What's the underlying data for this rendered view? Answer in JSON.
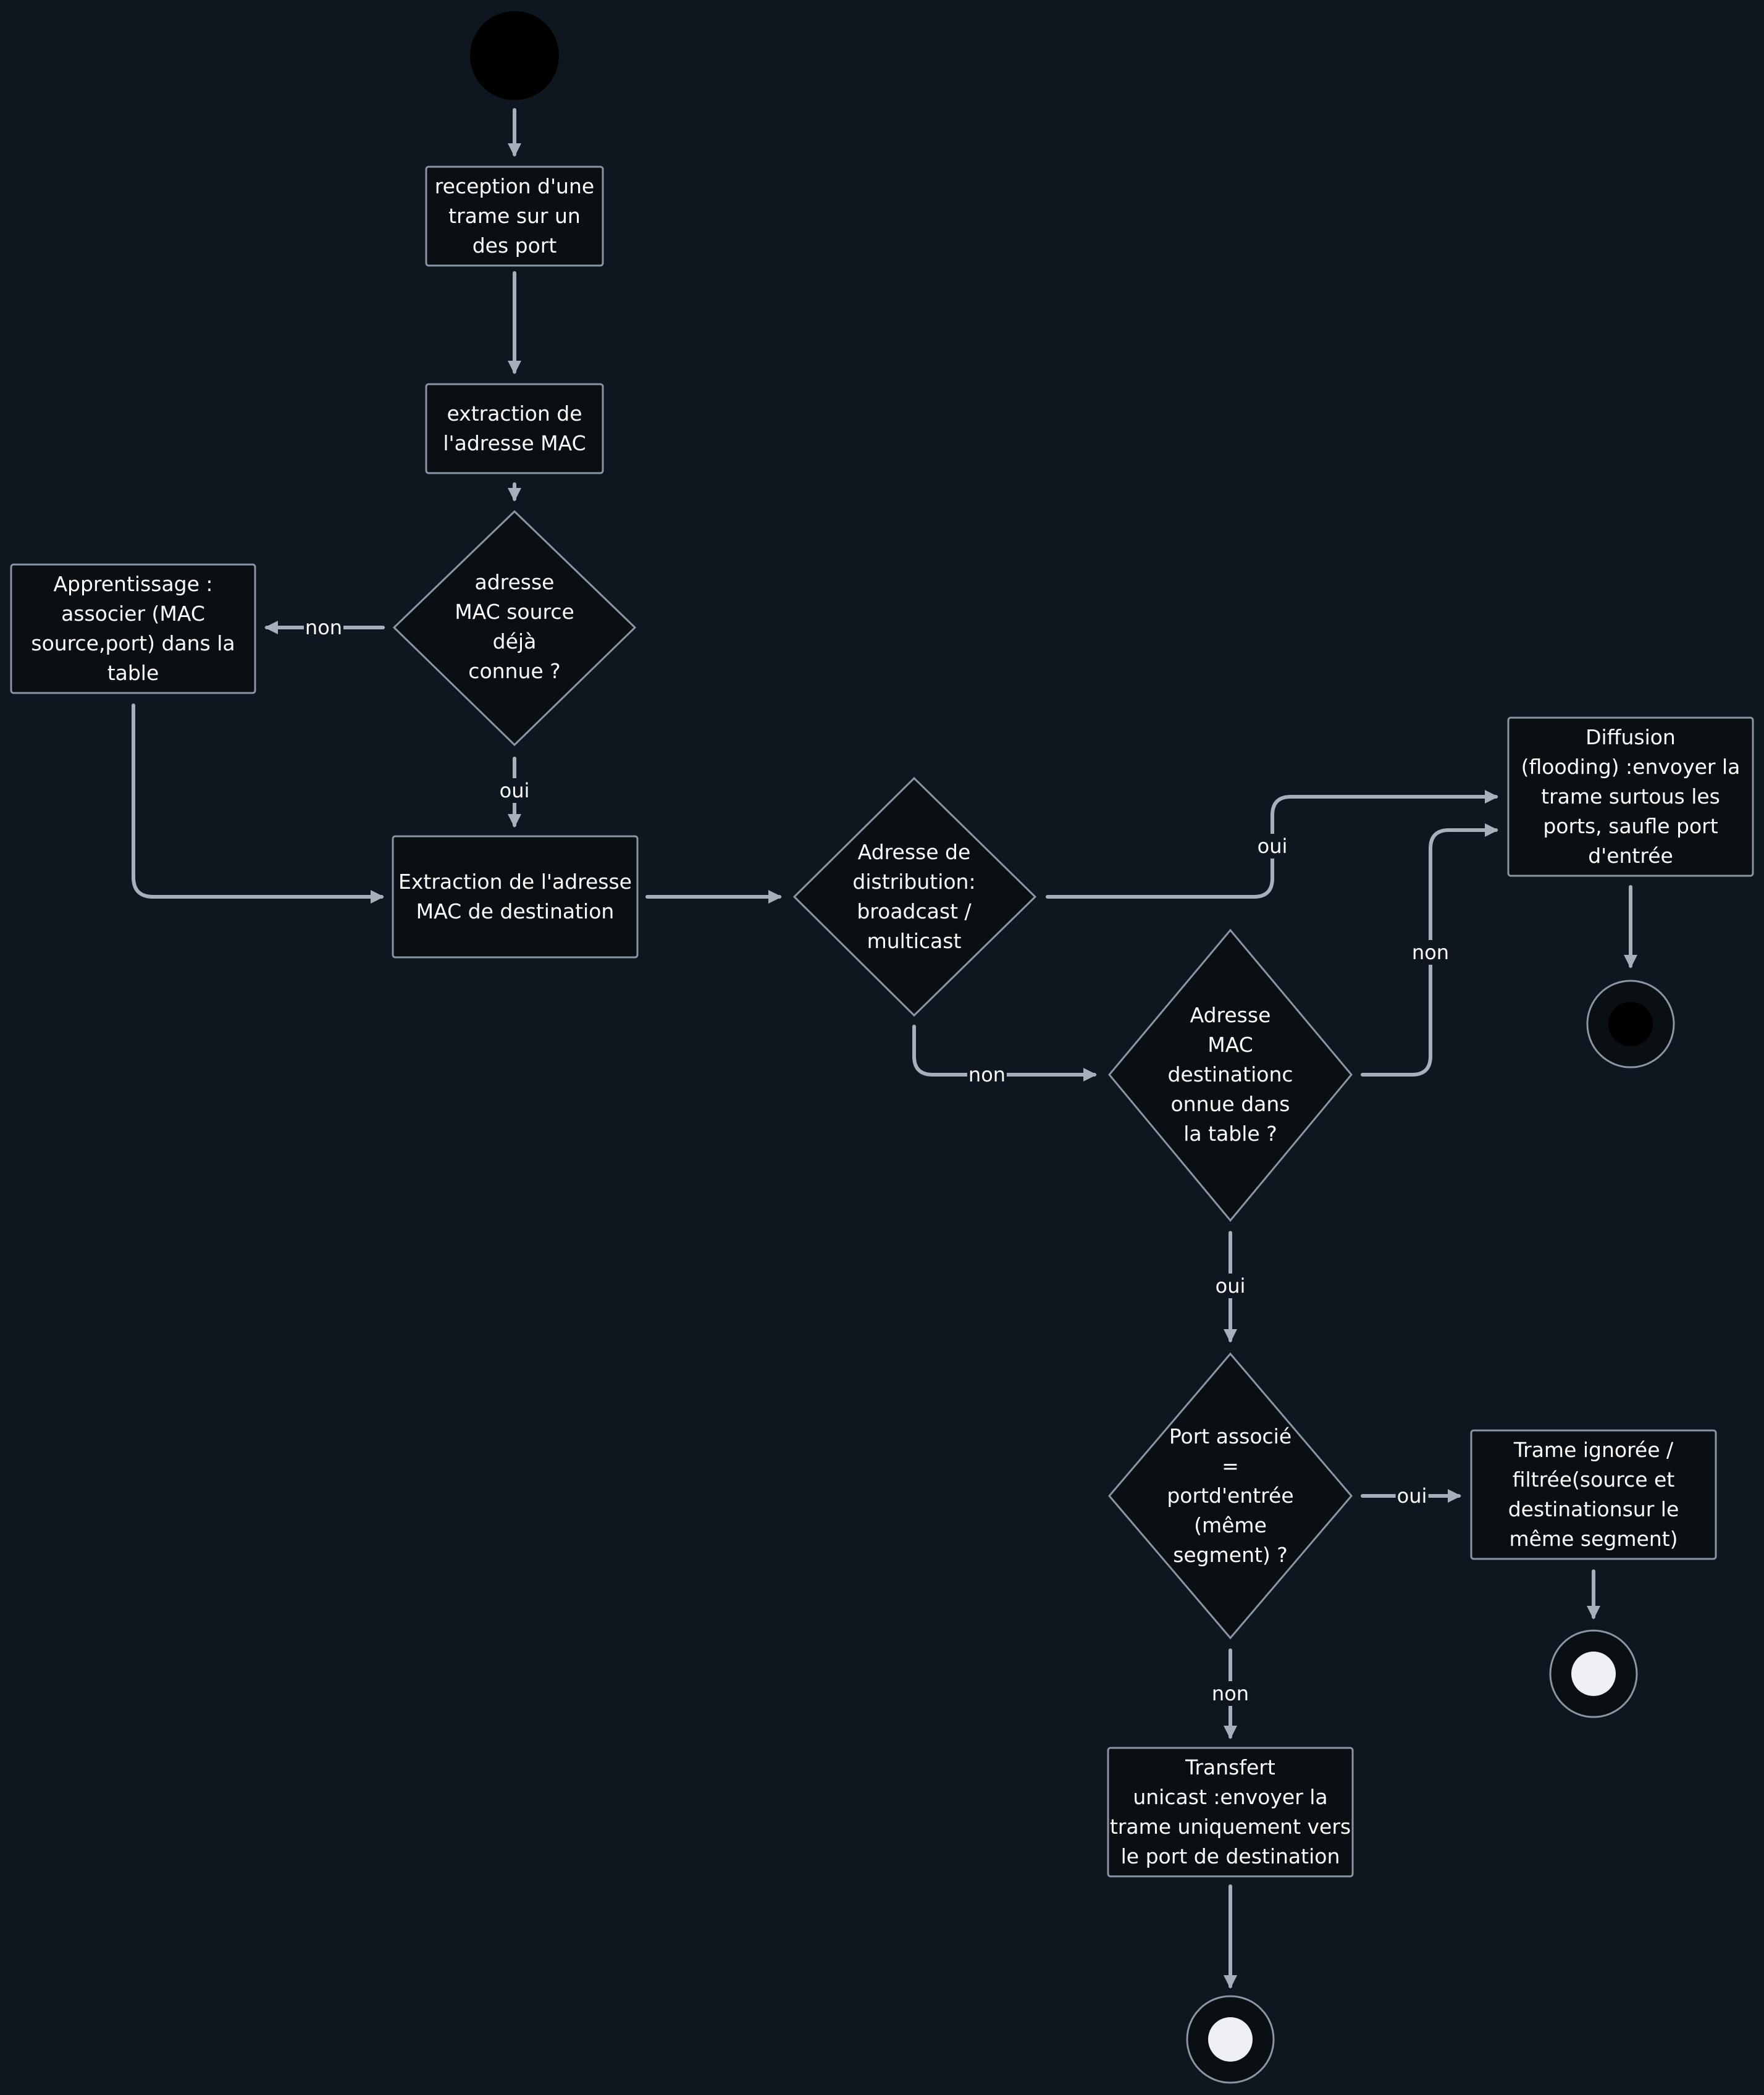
{
  "colors": {
    "background": "#0e1720",
    "node_fill": "#0a0f14",
    "node_stroke": "#8a96a3",
    "edge": "#a6b0ba",
    "start_fill": "#000000",
    "end_white": "#eef0f3",
    "end_black": "#000000",
    "text": "#ffffff"
  },
  "nodes": {
    "reception": "reception d'une\ntrame sur un\ndes port",
    "extraction_src": "extraction de\nl'adresse MAC",
    "decision_src": "adresse\nMAC source\ndéjà\nconnue ?",
    "apprentissage": "Apprentissage :\nassocier (MAC\nsource,port) dans la\ntable",
    "extraction_dst": "Extraction de l'adresse\nMAC de destination",
    "decision_broadcast": "Adresse de\ndistribution:\nbroadcast /\nmulticast",
    "diffusion": "Diffusion\n(flooding) :envoyer la\ntrame surtous les\nports, saufle port\nd'entrée",
    "decision_dst_known": "Adresse\nMAC\ndestinationc\nonnue dans\nla table ?",
    "decision_port": "Port associé\n=\nportd'entrée\n(même\nsegment) ?",
    "ignoree": "Trame ignorée /\nfiltrée(source et\ndestinationsur le\nmême segment)",
    "transfert": "Transfert\nunicast :envoyer la\ntrame uniquement vers\nle port de destination"
  },
  "edge_labels": {
    "src_non": "non",
    "src_oui": "oui",
    "broadcast_oui": "oui",
    "broadcast_non": "non",
    "dst_known_non": "non",
    "dst_known_oui": "oui",
    "port_oui": "oui",
    "port_non": "non"
  }
}
